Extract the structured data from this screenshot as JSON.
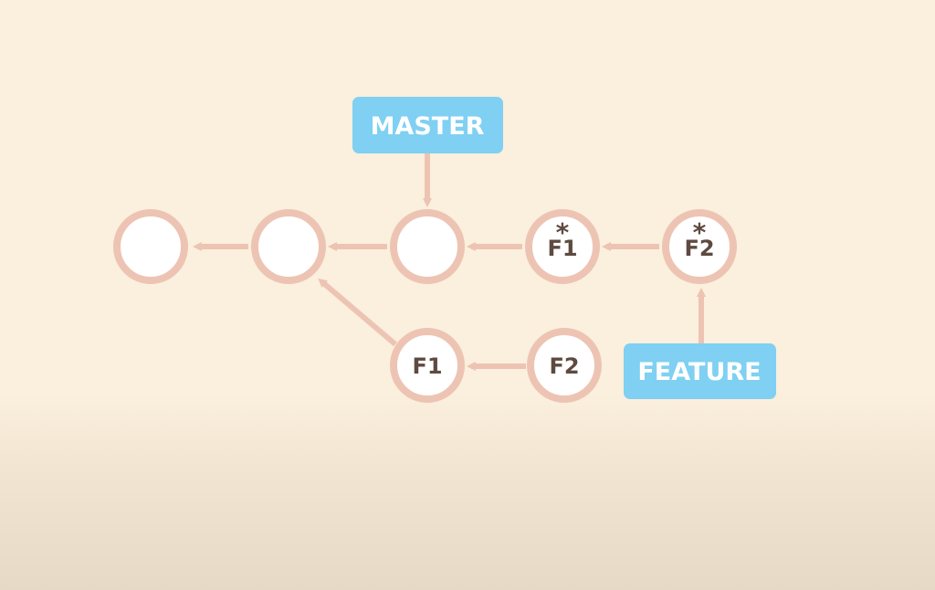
{
  "colors": {
    "background": "#fbefdd",
    "connector": "#edc4b3",
    "node_fill": "#ffffff",
    "node_text": "#5e4a40",
    "ref_fill": "#7fd0f2",
    "ref_text": "#ffffff"
  },
  "refs": {
    "master": "MASTER",
    "feature": "FEATURE"
  },
  "commits": {
    "c1": {
      "label": "",
      "marker": ""
    },
    "c2": {
      "label": "",
      "marker": ""
    },
    "c3": {
      "label": "",
      "marker": ""
    },
    "f1_rebased": {
      "label": "F1",
      "marker": "*"
    },
    "f2_rebased": {
      "label": "F2",
      "marker": "*"
    },
    "f1_original": {
      "label": "F1",
      "marker": ""
    },
    "f2_original": {
      "label": "F2",
      "marker": ""
    }
  }
}
